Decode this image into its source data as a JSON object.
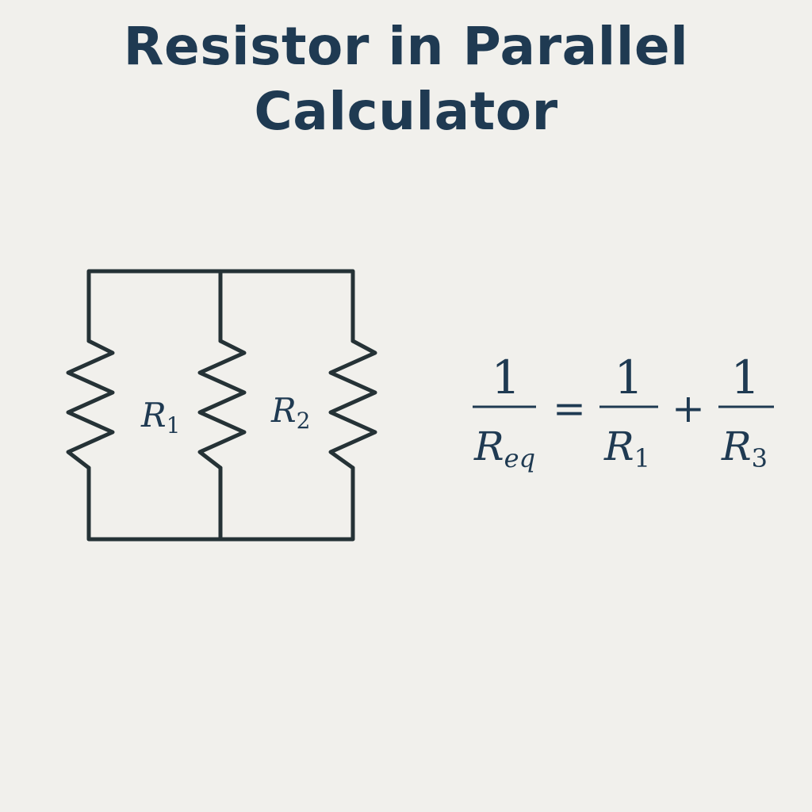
{
  "title": {
    "line1": "Resistor in Parallel",
    "line2": "Calculator"
  },
  "colors": {
    "background": "#f1f0ec",
    "text": "#1f3a52",
    "wire": "#253236"
  },
  "circuit": {
    "resistor_labels": [
      {
        "symbol": "R",
        "subscript": "1"
      },
      {
        "symbol": "R",
        "subscript": "2"
      }
    ]
  },
  "formula": {
    "lhs": {
      "numerator": "1",
      "symbol": "R",
      "subscript": "eq"
    },
    "equals": "=",
    "terms": [
      {
        "numerator": "1",
        "symbol": "R",
        "subscript": "1"
      },
      {
        "numerator": "1",
        "symbol": "R",
        "subscript": "3"
      }
    ],
    "plus": "+"
  }
}
